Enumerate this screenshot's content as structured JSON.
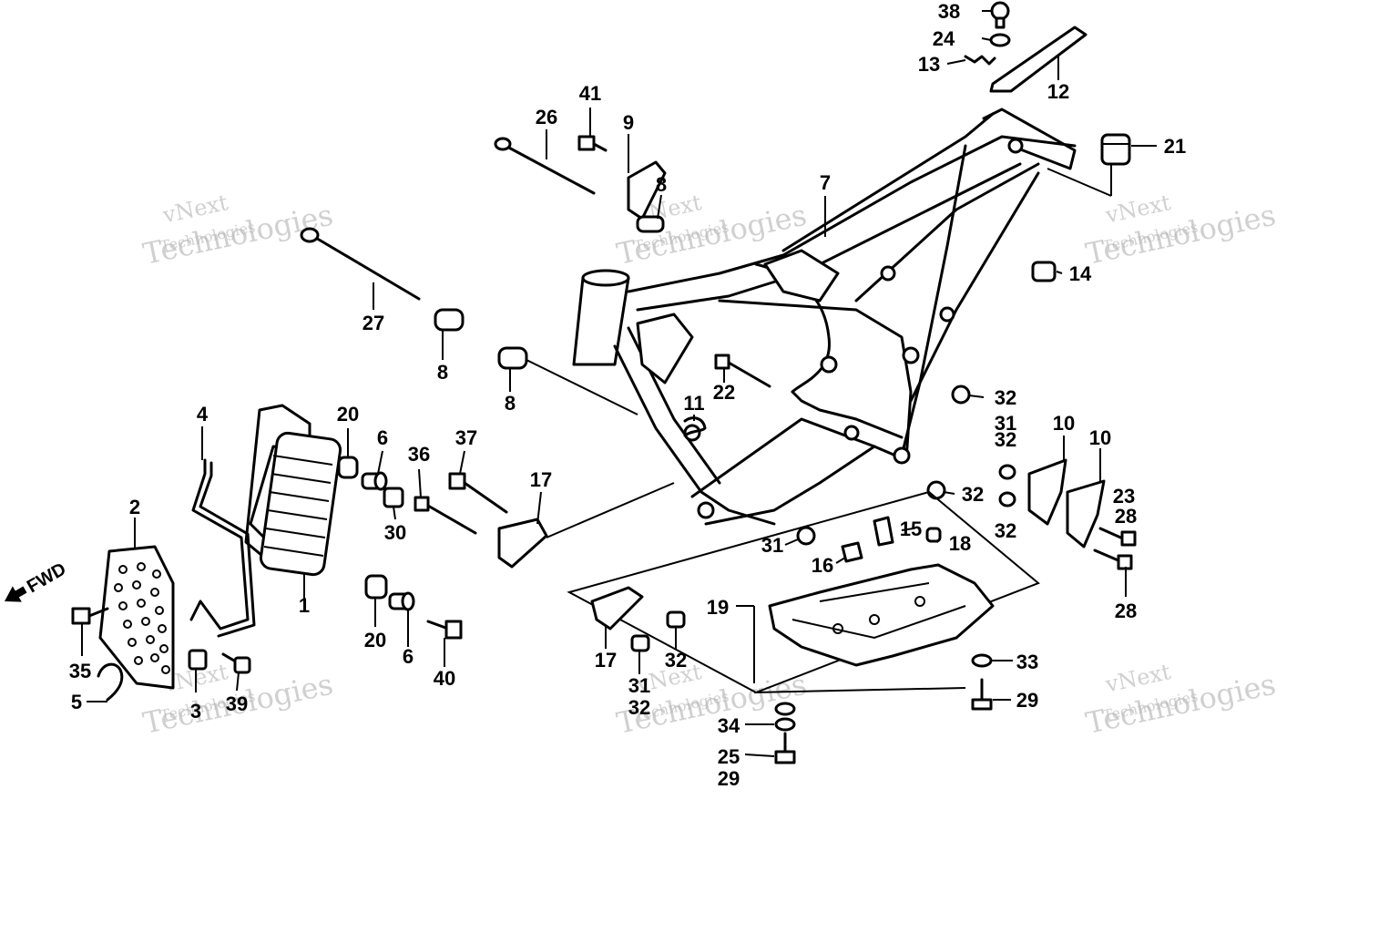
{
  "diagram": {
    "fwd_label": "FWD",
    "watermark": {
      "line1": "vNext",
      "line2": "Technologies",
      "line3": "Technologies"
    },
    "callouts": [
      {
        "id": "c38",
        "text": "38"
      },
      {
        "id": "c24",
        "text": "24"
      },
      {
        "id": "c13",
        "text": "13"
      },
      {
        "id": "c12",
        "text": "12"
      },
      {
        "id": "c21",
        "text": "21"
      },
      {
        "id": "c41",
        "text": "41"
      },
      {
        "id": "c26",
        "text": "26"
      },
      {
        "id": "c9",
        "text": "9"
      },
      {
        "id": "c8a",
        "text": "8"
      },
      {
        "id": "c7",
        "text": "7"
      },
      {
        "id": "c14",
        "text": "14"
      },
      {
        "id": "c27",
        "text": "27"
      },
      {
        "id": "c8b",
        "text": "8"
      },
      {
        "id": "c8c",
        "text": "8"
      },
      {
        "id": "c22",
        "text": "22"
      },
      {
        "id": "c11",
        "text": "11"
      },
      {
        "id": "c32a",
        "text": "32"
      },
      {
        "id": "c31a",
        "text": "31"
      },
      {
        "id": "c32b",
        "text": "32"
      },
      {
        "id": "c10a",
        "text": "10"
      },
      {
        "id": "c10b",
        "text": "10"
      },
      {
        "id": "c4",
        "text": "4"
      },
      {
        "id": "c20a",
        "text": "20"
      },
      {
        "id": "c6a",
        "text": "6"
      },
      {
        "id": "c36",
        "text": "36"
      },
      {
        "id": "c37",
        "text": "37"
      },
      {
        "id": "c17a",
        "text": "17"
      },
      {
        "id": "c32c",
        "text": "32"
      },
      {
        "id": "c23",
        "text": "23"
      },
      {
        "id": "c28a",
        "text": "28"
      },
      {
        "id": "c32d",
        "text": "32"
      },
      {
        "id": "c2",
        "text": "2"
      },
      {
        "id": "c30",
        "text": "30"
      },
      {
        "id": "c15",
        "text": "15"
      },
      {
        "id": "c18",
        "text": "18"
      },
      {
        "id": "c31b",
        "text": "31"
      },
      {
        "id": "c16",
        "text": "16"
      },
      {
        "id": "c28b",
        "text": "28"
      },
      {
        "id": "c1",
        "text": "1"
      },
      {
        "id": "c19",
        "text": "19"
      },
      {
        "id": "c20b",
        "text": "20"
      },
      {
        "id": "c6b",
        "text": "6"
      },
      {
        "id": "c17b",
        "text": "17"
      },
      {
        "id": "c32e",
        "text": "32"
      },
      {
        "id": "c33",
        "text": "33"
      },
      {
        "id": "c35",
        "text": "35"
      },
      {
        "id": "c40",
        "text": "40"
      },
      {
        "id": "c31c",
        "text": "31"
      },
      {
        "id": "c32f",
        "text": "32"
      },
      {
        "id": "c29a",
        "text": "29"
      },
      {
        "id": "c5",
        "text": "5"
      },
      {
        "id": "c3",
        "text": "3"
      },
      {
        "id": "c39",
        "text": "39"
      },
      {
        "id": "c34",
        "text": "34"
      },
      {
        "id": "c25",
        "text": "25"
      },
      {
        "id": "c29b",
        "text": "29"
      }
    ]
  }
}
